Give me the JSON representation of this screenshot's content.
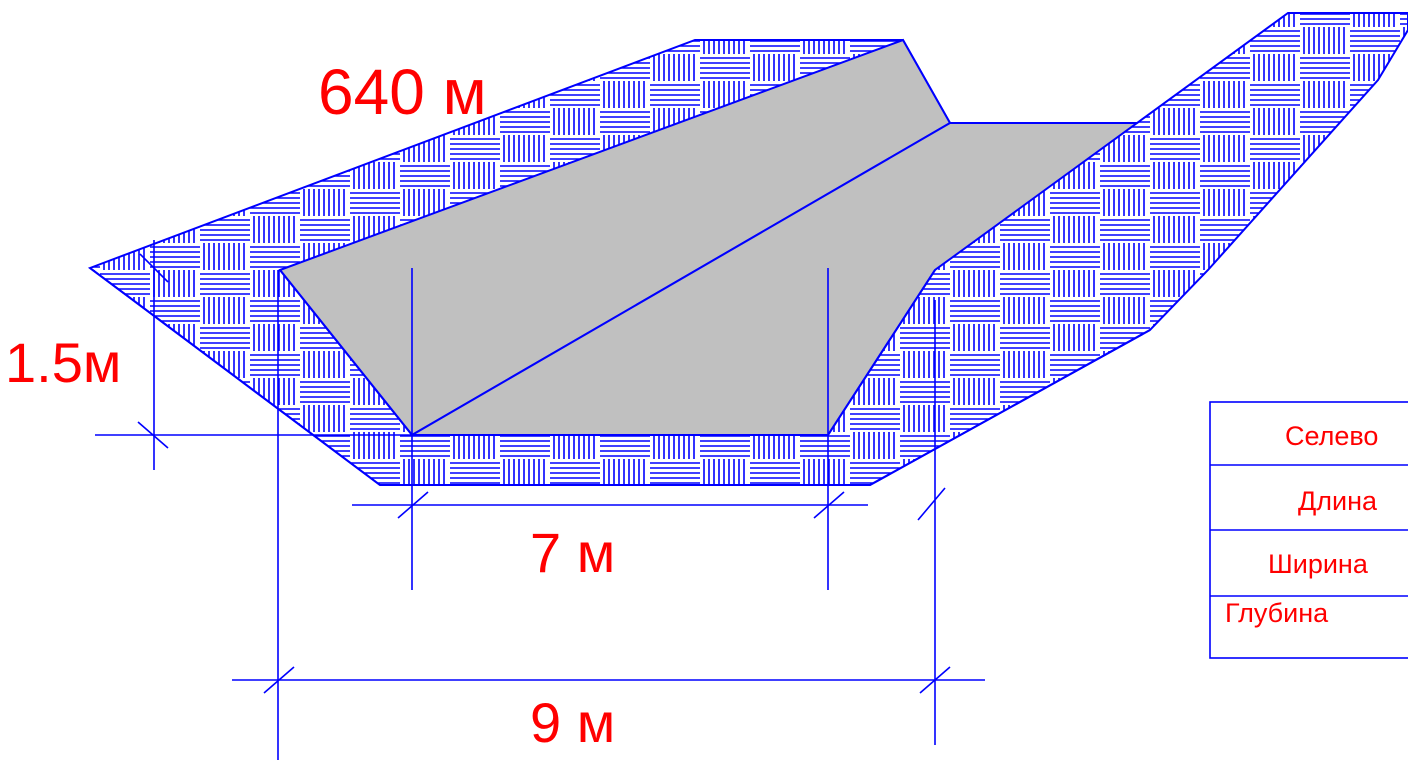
{
  "colors": {
    "outline": "#0000ff",
    "hatch": "#0000ff",
    "surface": "#c0c0c0",
    "text": "#ff0000",
    "background": "#ffffff"
  },
  "dimensions": {
    "length": "640 м",
    "depth": "1.5м",
    "bottom_width": "7 м",
    "top_width": "9 м"
  },
  "table": {
    "rows": [
      "Селево",
      "Длина",
      "Ширина",
      "Глубина"
    ]
  }
}
